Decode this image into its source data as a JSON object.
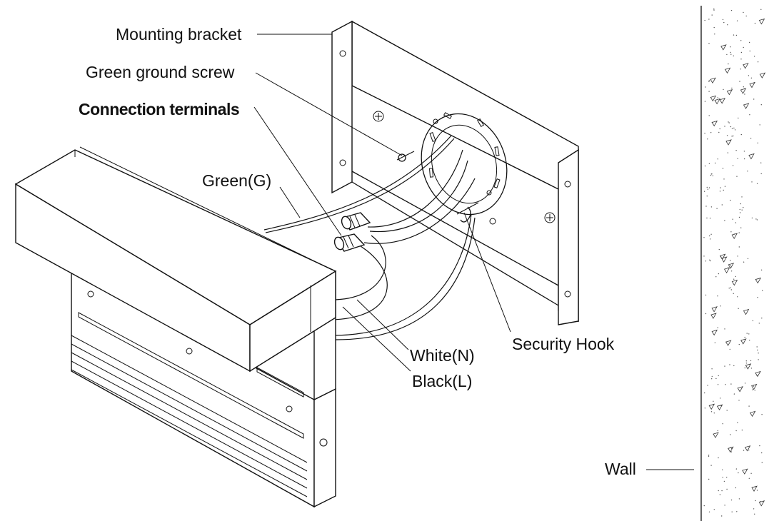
{
  "labels": {
    "mounting_bracket": "Mounting bracket",
    "green_ground_screw": "Green ground screw",
    "connection_terminals": "Connection terminals",
    "green_wire": "Green(G)",
    "security_hook": "Security Hook",
    "white_wire": "White(N)",
    "black_wire": "Black(L)",
    "wall": "Wall"
  }
}
